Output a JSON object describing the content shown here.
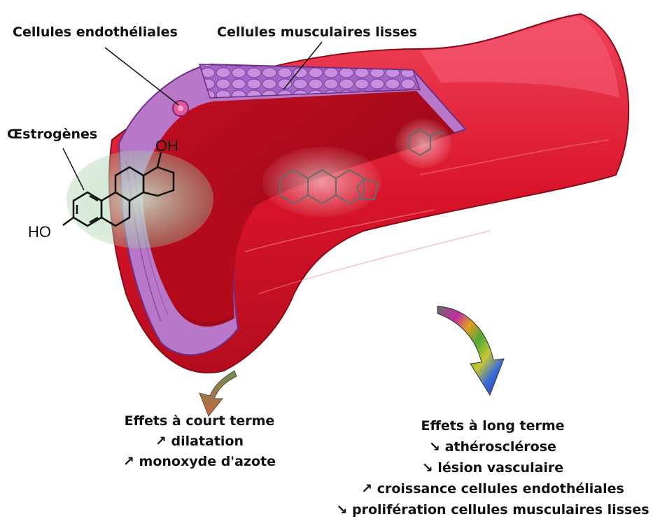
{
  "labels": {
    "endothelial": "Cellules endothéliales",
    "smooth_muscle": "Cellules musculaires lisses",
    "estrogens": "Œstrogènes",
    "oh_top": "OH",
    "ho_left": "HO"
  },
  "short_term": {
    "title": "Effets à court terme",
    "items": [
      "↗ dilatation",
      "↗ monoxyde d'azote"
    ]
  },
  "long_term": {
    "title": "Effets à long terme",
    "items": [
      "↘ athérosclérose",
      "↘ lésion vasculaire",
      "↗ croissance cellules endothéliales",
      "↘ prolifération cellules musculaires lisses"
    ]
  },
  "colors": {
    "vessel_red": "#d9142a",
    "wall_purple": "#b977c9",
    "lumen_red": "#a30818"
  }
}
